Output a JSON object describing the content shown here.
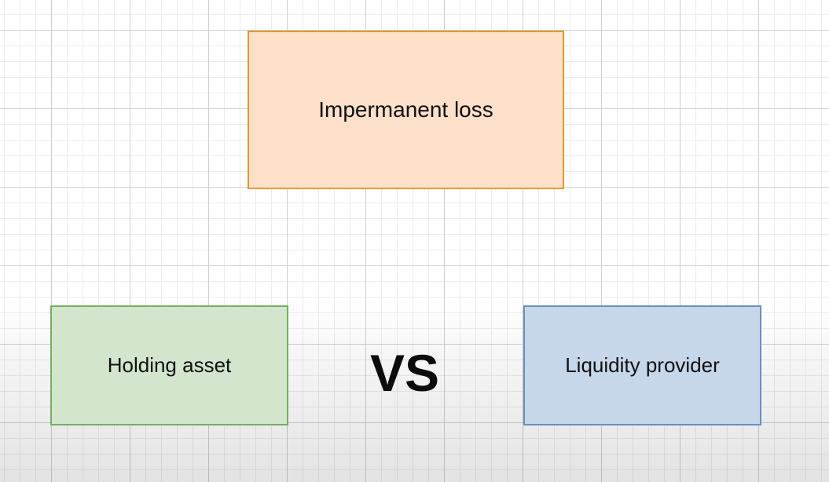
{
  "diagram": {
    "top_box": {
      "label": "Impermanent loss",
      "fill": "#fde0c9",
      "stroke": "#e49a2a"
    },
    "left_box": {
      "label": "Holding asset",
      "fill": "#d3e5cd",
      "stroke": "#78ad63"
    },
    "right_box": {
      "label": "Liquidity provider",
      "fill": "#c6d7ea",
      "stroke": "#6c8ebd"
    },
    "versus_label": "VS",
    "background": "grid-paper"
  }
}
